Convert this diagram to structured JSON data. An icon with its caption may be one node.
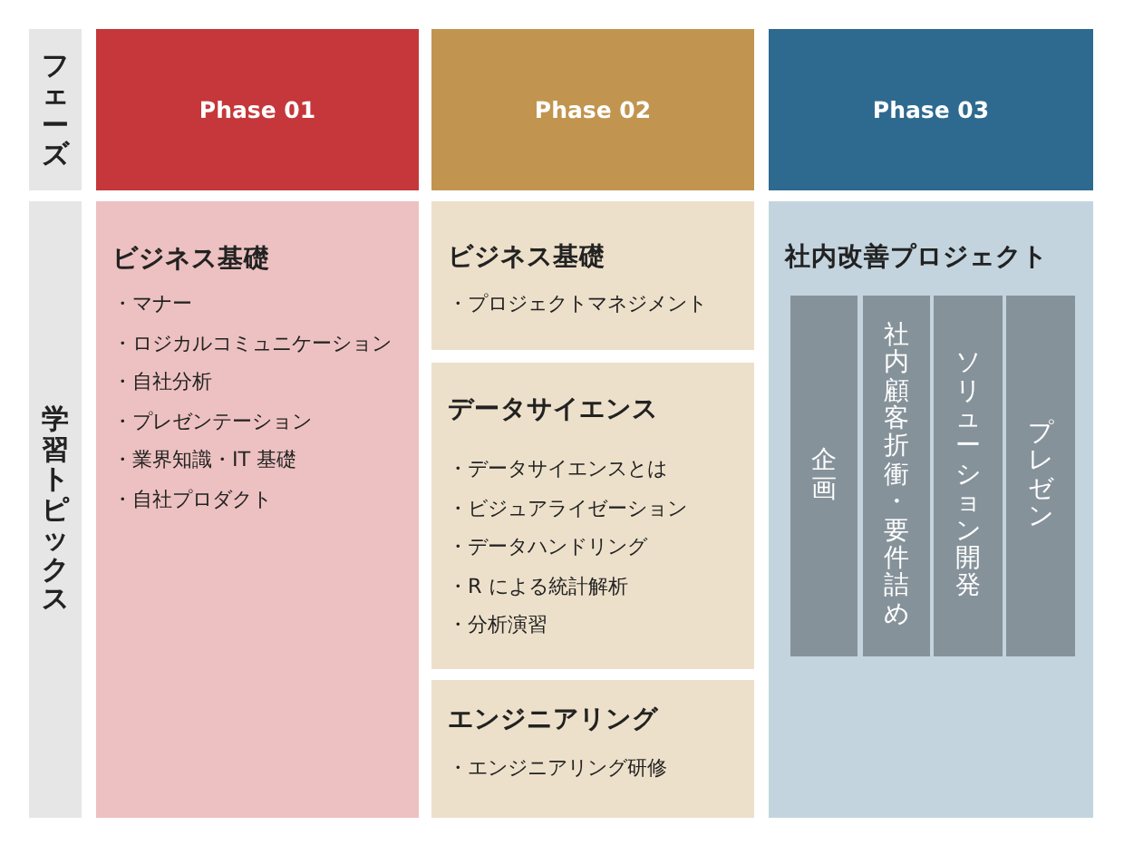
{
  "diagram": {
    "nodes": [
      {
        "text": [
          "フェーズ"
        ]
      },
      {
        "text": [
          "学習トピックス"
        ]
      },
      {
        "text": [
          "Phase 01"
        ]
      },
      {
        "text": [
          "Phase 02"
        ]
      },
      {
        "text": [
          "Phase 03"
        ]
      },
      {
        "text": [
          "ビジネス基礎",
          "・マナー",
          "・ロジカルコミュニケーション",
          "・自社分析",
          "・プレゼンテーション",
          "・業界知識・IT 基礎",
          "・自社プロダクト"
        ]
      },
      {
        "text": [
          "ビジネス基礎",
          "・プロジェクトマネジメント"
        ]
      },
      {
        "text": [
          "データサイエンス",
          "・データサイエンスとは",
          "・ビジュアライゼーション",
          "・データハンドリング",
          "・R による統計解析",
          "・分析演習"
        ]
      },
      {
        "text": [
          "エンジニアリング",
          "・エンジニアリング研修"
        ]
      },
      {
        "text": [
          "社内改善プロジェクト"
        ]
      },
      {
        "text": [
          "企画"
        ],
        "in": 9
      },
      {
        "text": [
          "社内顧客折衝・要件詰め"
        ],
        "in": 9
      },
      {
        "text": [
          "ソリューション開発"
        ],
        "in": 9
      },
      {
        "text": [
          "プレゼン"
        ],
        "in": 9
      }
    ]
  }
}
